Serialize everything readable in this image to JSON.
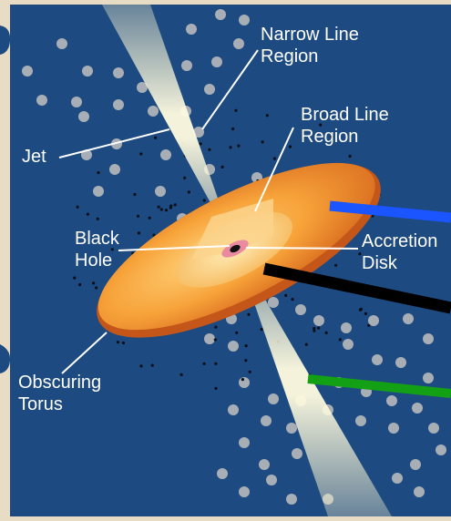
{
  "labels": {
    "narrow_line_region": [
      "Narrow Line",
      "Region"
    ],
    "broad_line_region": [
      "Broad Line",
      "Region"
    ],
    "jet": "Jet",
    "black_hole": [
      "Black",
      "Hole"
    ],
    "accretion_disk": [
      "Accretion",
      "Disk"
    ],
    "obscuring_torus": [
      "Obscuring",
      "Torus"
    ]
  },
  "colors": {
    "background_beige": "#e8dcc4",
    "space_blue": "#1d4a80",
    "cloud_gray": "#a8aeb6",
    "torus_orange": "#f29a2e",
    "jet_yellow": "#fff7c8",
    "line_blue": "#1a55ff",
    "line_black": "#000000",
    "line_green": "#14a014"
  }
}
